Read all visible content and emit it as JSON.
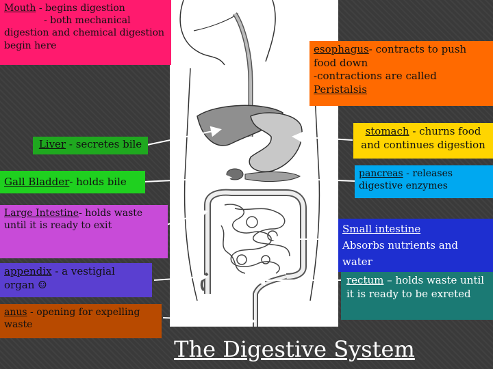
{
  "title": "The Digestive System",
  "colors": {
    "mouth": "#ff1a6e",
    "esophagus": "#ff6a00",
    "liver": "#1fa81f",
    "gall_bladder": "#1fd01f",
    "stomach": "#ffd500",
    "pancreas": "#00a8f0",
    "large_intestine": "#c84bd8",
    "appendix": "#5a3fd0",
    "anus": "#b84a00",
    "small_intestine": "#1e2fd0",
    "rectum": "#1b7a74"
  },
  "labels": {
    "mouth": {
      "term": "Mouth",
      "desc1": " - begins digestion",
      "desc2": "- both mechanical digestion and chemical digestion begin here"
    },
    "esophagus": {
      "term": "esophagus",
      "desc1": "- contracts to push food down",
      "desc2": "-contractions are called",
      "term2": "Peristalsis"
    },
    "liver": {
      "term": "Liver",
      "desc": " - secretes bile"
    },
    "gall_bladder": {
      "term": "Gall Bladder",
      "desc": "- holds bile"
    },
    "stomach": {
      "term": "stomach",
      "desc": " - churns food and continues digestion"
    },
    "pancreas": {
      "term": "pancreas",
      "desc": " - releases digestive enzymes"
    },
    "large_intestine": {
      "term": "Large Intestine",
      "desc": "- holds waste until it is ready to exit"
    },
    "appendix": {
      "term": "appendix",
      "desc": " - a vestigial organ ☺"
    },
    "anus": {
      "term": "anus",
      "desc": " - opening for expelling waste"
    },
    "small_intestine": {
      "term": "Small intestine",
      "desc": "Absorbs nutrients and water"
    },
    "rectum": {
      "term": "rectum",
      "desc": " – holds waste until it is ready to be exreted"
    }
  }
}
